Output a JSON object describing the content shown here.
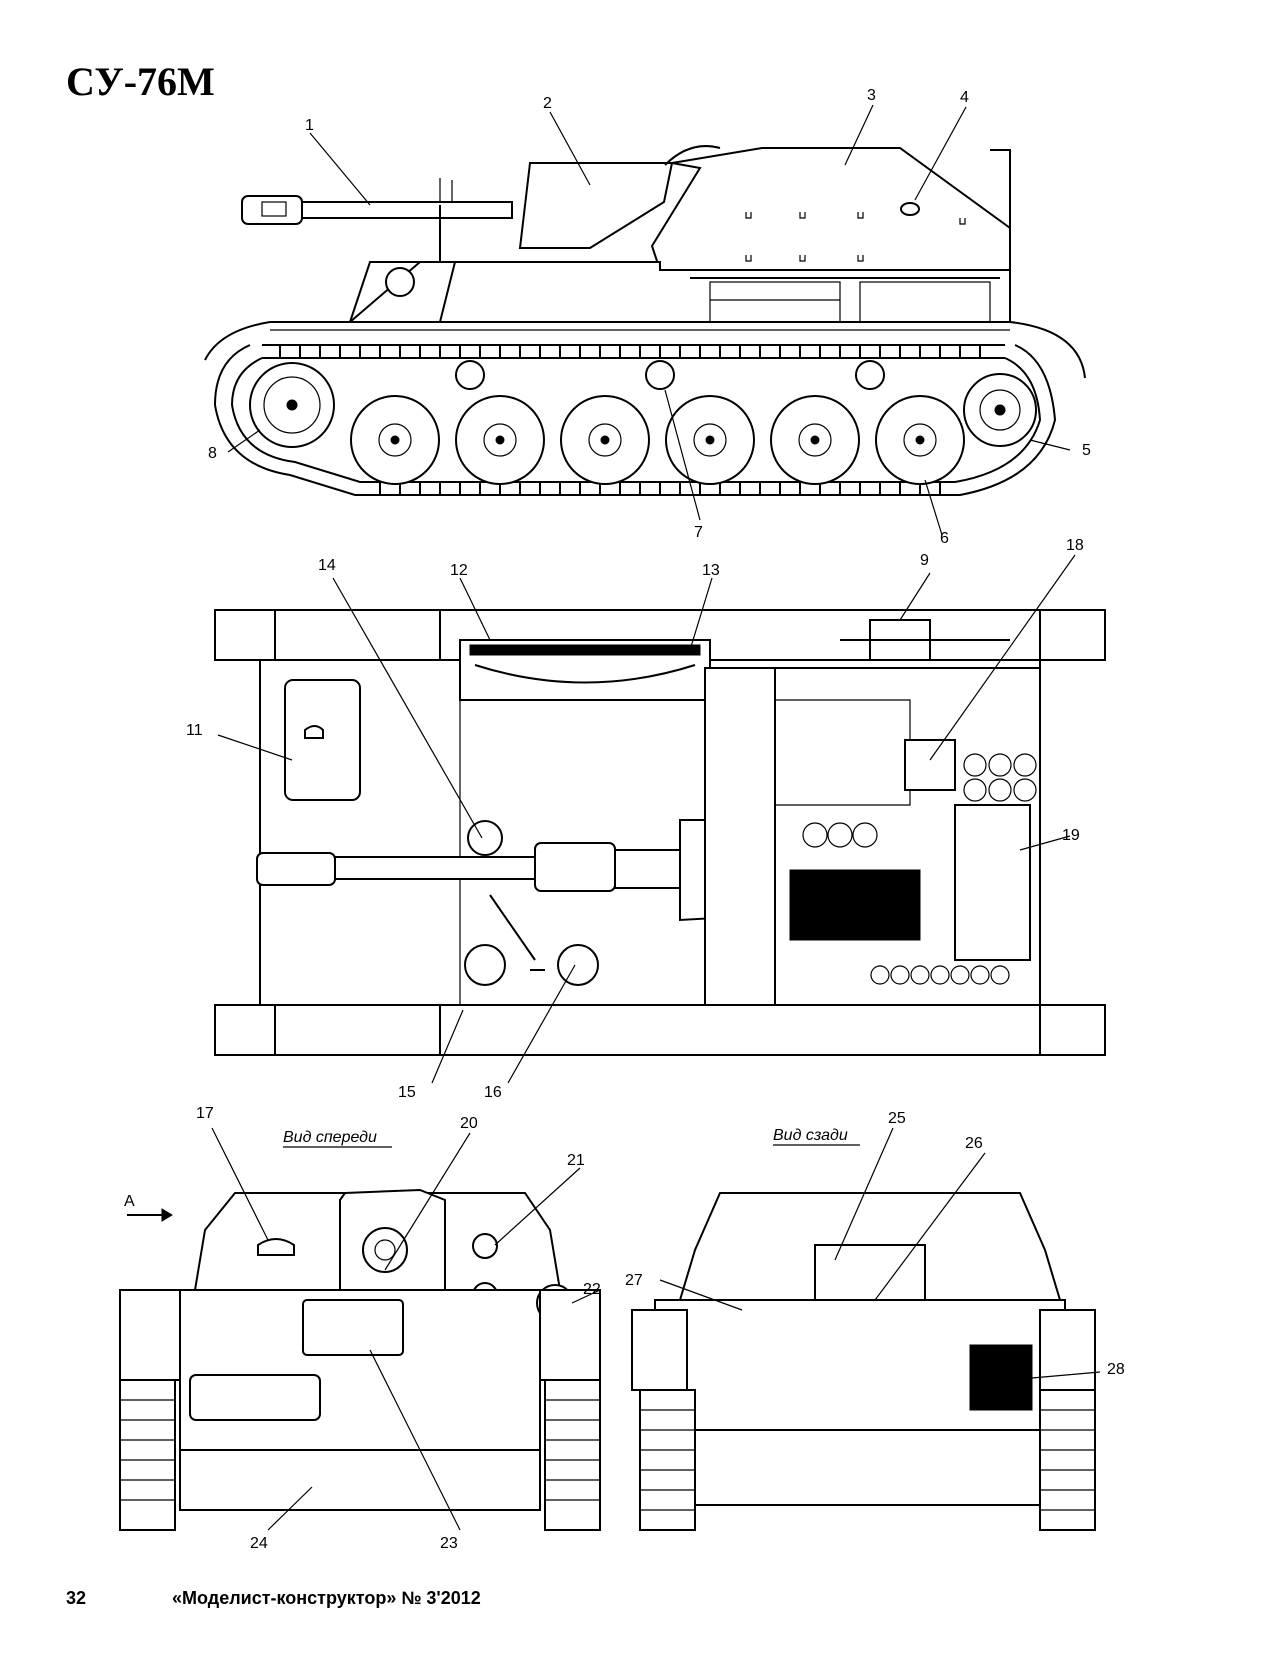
{
  "title": "СУ-76М",
  "footer": {
    "page_number": "32",
    "magazine": "«Моделист-конструктор» № 3'2012"
  },
  "captions": {
    "front_view": "Вид спереди",
    "rear_view": "Вид сзади",
    "arrow_a": "А"
  },
  "callouts": [
    "1",
    "2",
    "3",
    "4",
    "5",
    "6",
    "7",
    "8",
    "9",
    "11",
    "12",
    "13",
    "14",
    "15",
    "16",
    "17",
    "18",
    "19",
    "20",
    "21",
    "22",
    "23",
    "24",
    "25",
    "26",
    "27",
    "28"
  ]
}
